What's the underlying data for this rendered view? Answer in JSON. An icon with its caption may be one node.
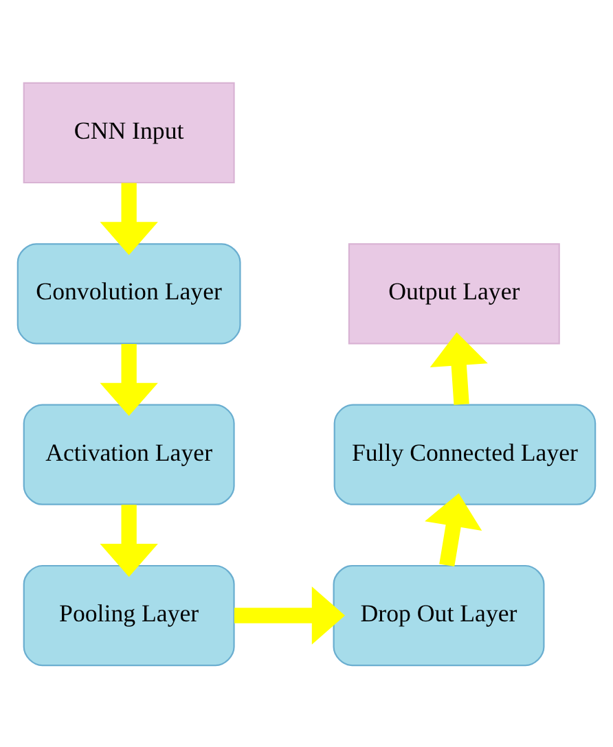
{
  "diagram": {
    "nodes": [
      {
        "text": [
          "CNN Input"
        ]
      },
      {
        "text": [
          "Convolution Layer"
        ]
      },
      {
        "text": [
          "Activation Layer"
        ]
      },
      {
        "text": [
          "Pooling Layer"
        ]
      },
      {
        "text": [
          "Drop Out Layer"
        ]
      },
      {
        "text": [
          "Fully Connected Layer"
        ]
      },
      {
        "text": [
          "Output Layer"
        ]
      }
    ],
    "edges": [
      {
        "from": 0,
        "to": 1,
        "arrow": "to"
      },
      {
        "from": 1,
        "to": 2,
        "arrow": "to"
      },
      {
        "from": 2,
        "to": 3,
        "arrow": "to"
      },
      {
        "from": 3,
        "to": 4,
        "arrow": "to"
      },
      {
        "from": 4,
        "to": 5,
        "arrow": "to"
      },
      {
        "from": 5,
        "to": 6,
        "arrow": "to"
      }
    ]
  }
}
